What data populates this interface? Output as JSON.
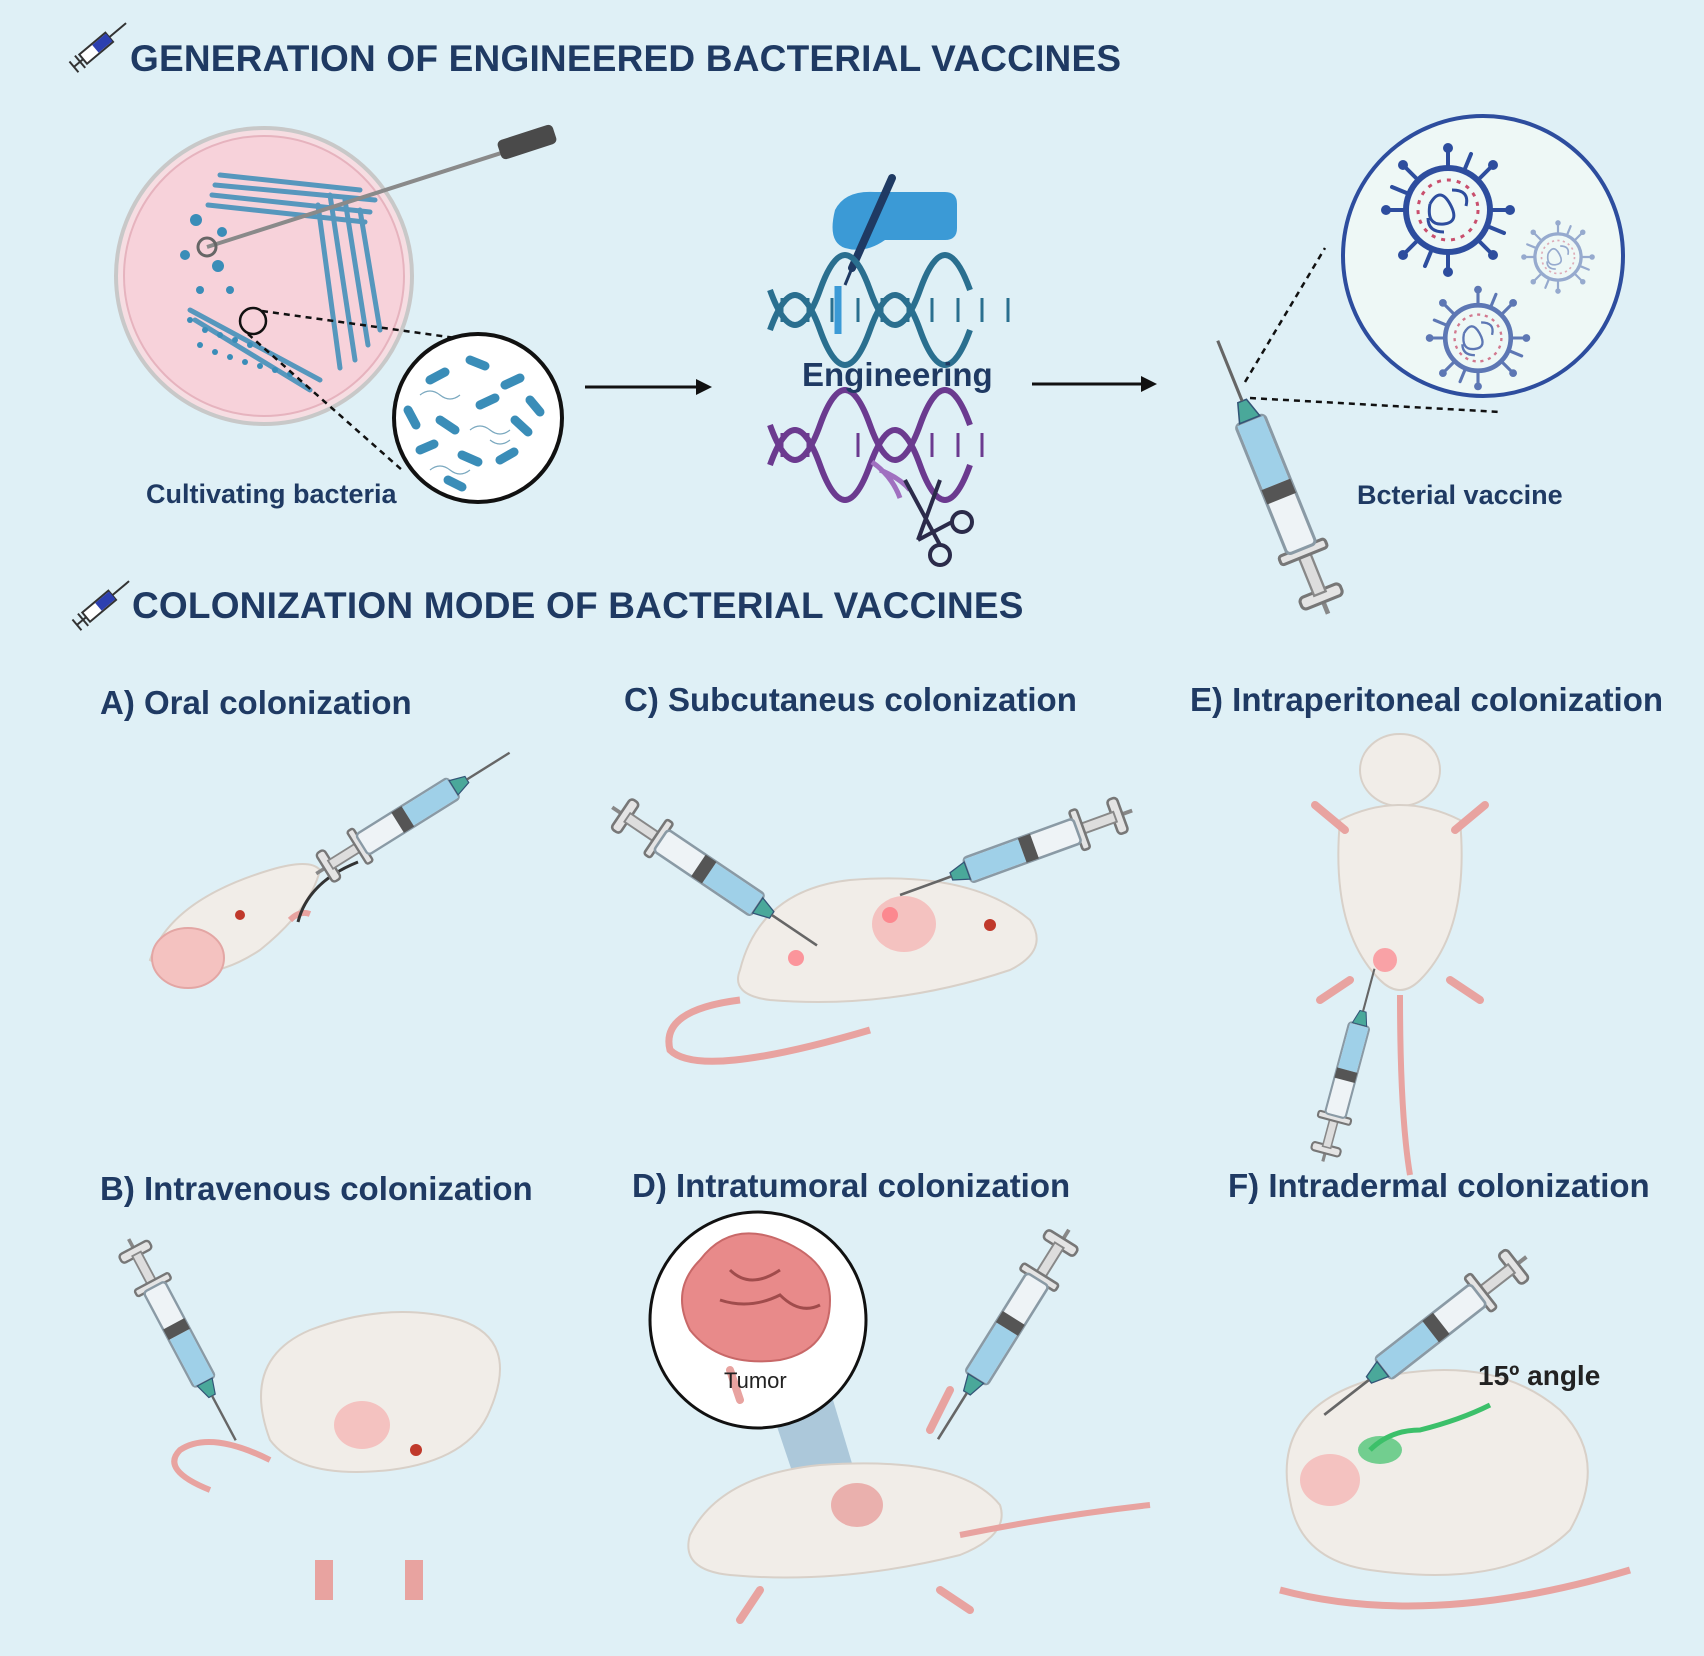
{
  "section1": {
    "title": "GENERATION OF ENGINEERED BACTERIAL VACCINES",
    "cultivating_label": "Cultivating bacteria",
    "engineering_label": "Engineering",
    "vaccine_label": "Bcterial vaccine"
  },
  "section2": {
    "title": "COLONIZATION MODE OF BACTERIAL VACCINES",
    "panels": [
      {
        "label": "A) Oral colonization"
      },
      {
        "label": "B) Intravenous colonization"
      },
      {
        "label": "C) Subcutaneus colonization"
      },
      {
        "label": "D) Intratumoral  colonization"
      },
      {
        "label": "E) Intraperitoneal colonization"
      },
      {
        "label": "F) Intradermal colonization"
      }
    ],
    "tumor_label": "Tumor",
    "angle_label": "15º angle"
  },
  "colors": {
    "background": "#dff0f6",
    "heading": "#1f3a63",
    "petri": "#f6d6dc",
    "bacteria": "#3a8db8",
    "dna_blue": "#2a6f8f",
    "dna_purple": "#6b3a8f",
    "mouse": "#f1ede8",
    "mouse_pink": "#e8a3a0"
  }
}
